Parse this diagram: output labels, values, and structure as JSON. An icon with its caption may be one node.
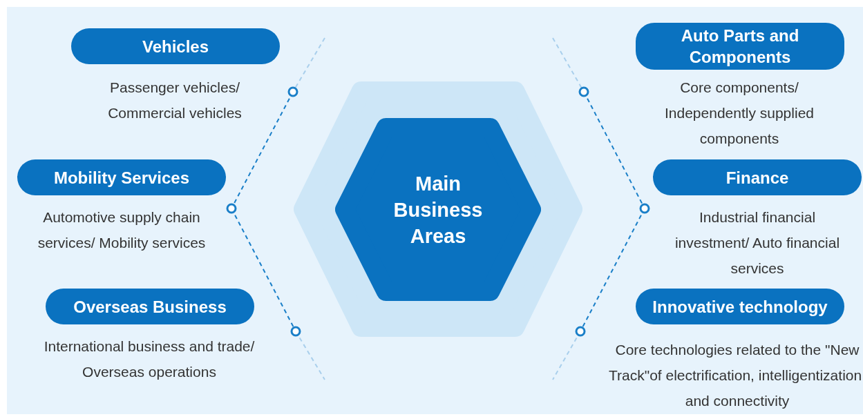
{
  "diagram": {
    "nodes": [
      {
        "text": [],
        "shape": "hexagon"
      },
      {
        "text": [
          "Main Business Areas"
        ],
        "in": 0
      },
      {
        "text": [
          "Vehicles"
        ],
        "beside": [
          "Passenger vehicles/ Commercial vehicles"
        ]
      },
      {
        "text": [
          "Mobility Services"
        ],
        "beside": [
          "Automotive supply chain services/ Mobility services"
        ]
      },
      {
        "text": [
          "Overseas Business"
        ],
        "beside": [
          "International business and trade/ Overseas operations"
        ]
      },
      {
        "text": [
          "Auto Parts and Components"
        ],
        "beside": [
          "Core components/ Independently supplied components"
        ]
      },
      {
        "text": [
          "Finance"
        ],
        "beside": [
          "Industrial financial investment/ Auto financial services"
        ]
      },
      {
        "text": [
          "Innovative technology"
        ],
        "beside": [
          "Core technologies related to the \"New Track\"of electrification, intelligentization, and connectivity"
        ]
      }
    ],
    "edges": []
  }
}
